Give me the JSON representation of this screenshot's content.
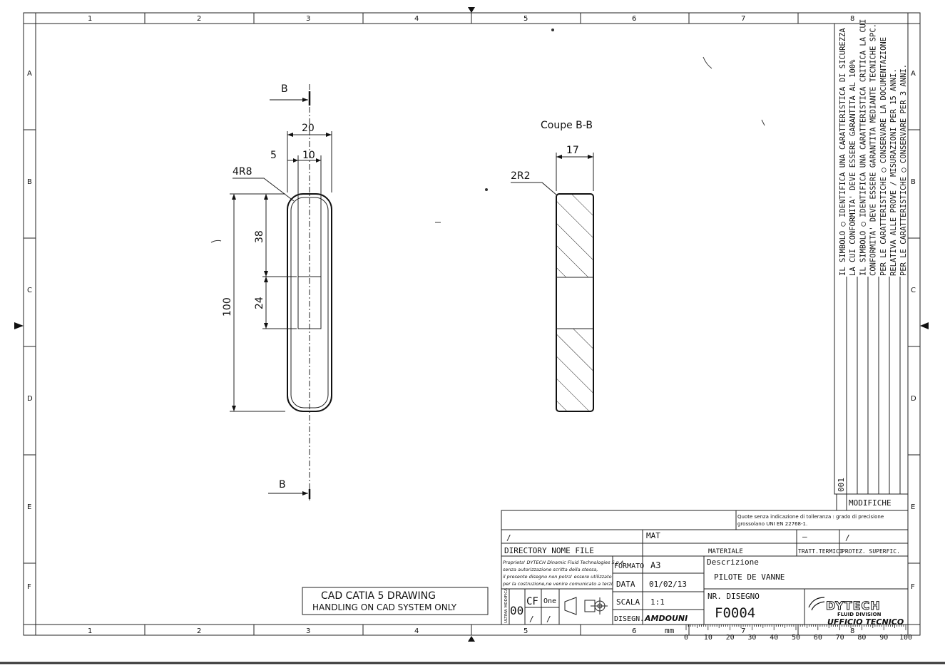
{
  "frame": {
    "columns": [
      "1",
      "2",
      "3",
      "4",
      "5",
      "6",
      "7",
      "8"
    ],
    "rows": [
      "A",
      "B",
      "C",
      "D",
      "E",
      "F"
    ]
  },
  "front_view": {
    "section_mark_top": "B",
    "section_mark_bottom": "B",
    "dim_width": "20",
    "dim_5": "5",
    "dim_10": "10",
    "radius": "4R8",
    "dim_38": "38",
    "dim_24": "24",
    "dim_100": "100"
  },
  "section_view": {
    "title": "Coupe B-B",
    "dim_width": "17",
    "radius": "2R2"
  },
  "safety_notes": [
    "IL SIMBOLO ◯ IDENTIFICA UNA CARATTERISTICA DI SICUREZZA",
    "LA CUI CONFORMITA' DEVE ESSERE GARANTITA AL 100%",
    "IL SIMBOLO ◯ IDENTIFICA UNA CARATTERISTICA CRITICA LA CUI",
    "CONFORMITA' DEVE ESSERE GARANTITA MEDIANTE TECNICHE SPC.",
    "PER LE CARATTERISTICHE ◯ CONSERVARE LA DOCUMENTAZIONE",
    "RELATIVA ALLE PROVE / MISURAZIONI PER 15 ANNI.",
    "PER LE CARATTERISTICHE ◯ CONSERVARE PER 3 ANNI."
  ],
  "revision": {
    "index": "001",
    "label": "MODIFICHE"
  },
  "title_block": {
    "tolerance_note_1": "Quote senza indicazione di tolleranza : grado di precisione",
    "tolerance_note_2": "grossolano UNI EN 22768-1.",
    "slash_1": "/",
    "mat_label": "MAT",
    "dash": "–",
    "slash_2": "/",
    "directory_label": "DIRECTORY NOME FILE",
    "materiale_label": "MATERIALE",
    "tratt_label": "TRATT.TERMICI",
    "protez_label": "PROTEZ. SUPERFIC.",
    "ownership_1": "Proprieta' DYTECH Dinamic Fluid Technologies S.p.A.",
    "ownership_2": "senza autorizzazione scritta della stessa,",
    "ownership_3": "il presente disegno non potra' essere utilizzato",
    "ownership_4": "per la costruzione,ne venire comunicato a terzi.",
    "formato_label": "FORMATO",
    "formato_value": "A3",
    "descrizione_label": "Descrizione",
    "descrizione_value": "PILOTE DE VANNE",
    "data_label": "DATA",
    "data_value": "01/02/13",
    "scala_label": "SCALA",
    "scala_value": "1:1",
    "nr_label": "NR. DISEGNO",
    "nr_value": "F0004",
    "disegn_label": "DISEGN.",
    "disegn_value": "AMDOUNI",
    "ultima_mod": "ULTIMA MODIFICA",
    "mod_value": "00",
    "cf_label": "CF",
    "one_label": "One",
    "slash_3": "/",
    "slash_4": "/",
    "company_name": "DYTECH",
    "company_sub": "FLUID DIVISION",
    "office": "UFFICIO TECNICO"
  },
  "cad_box": {
    "line1": "CAD CATIA 5 DRAWING",
    "line2": "HANDLING ON CAD SYSTEM ONLY"
  },
  "scale_ruler": {
    "unit": "mm",
    "labels": [
      "0",
      "10",
      "20",
      "30",
      "40",
      "50",
      "60",
      "70",
      "80",
      "90",
      "100"
    ]
  }
}
